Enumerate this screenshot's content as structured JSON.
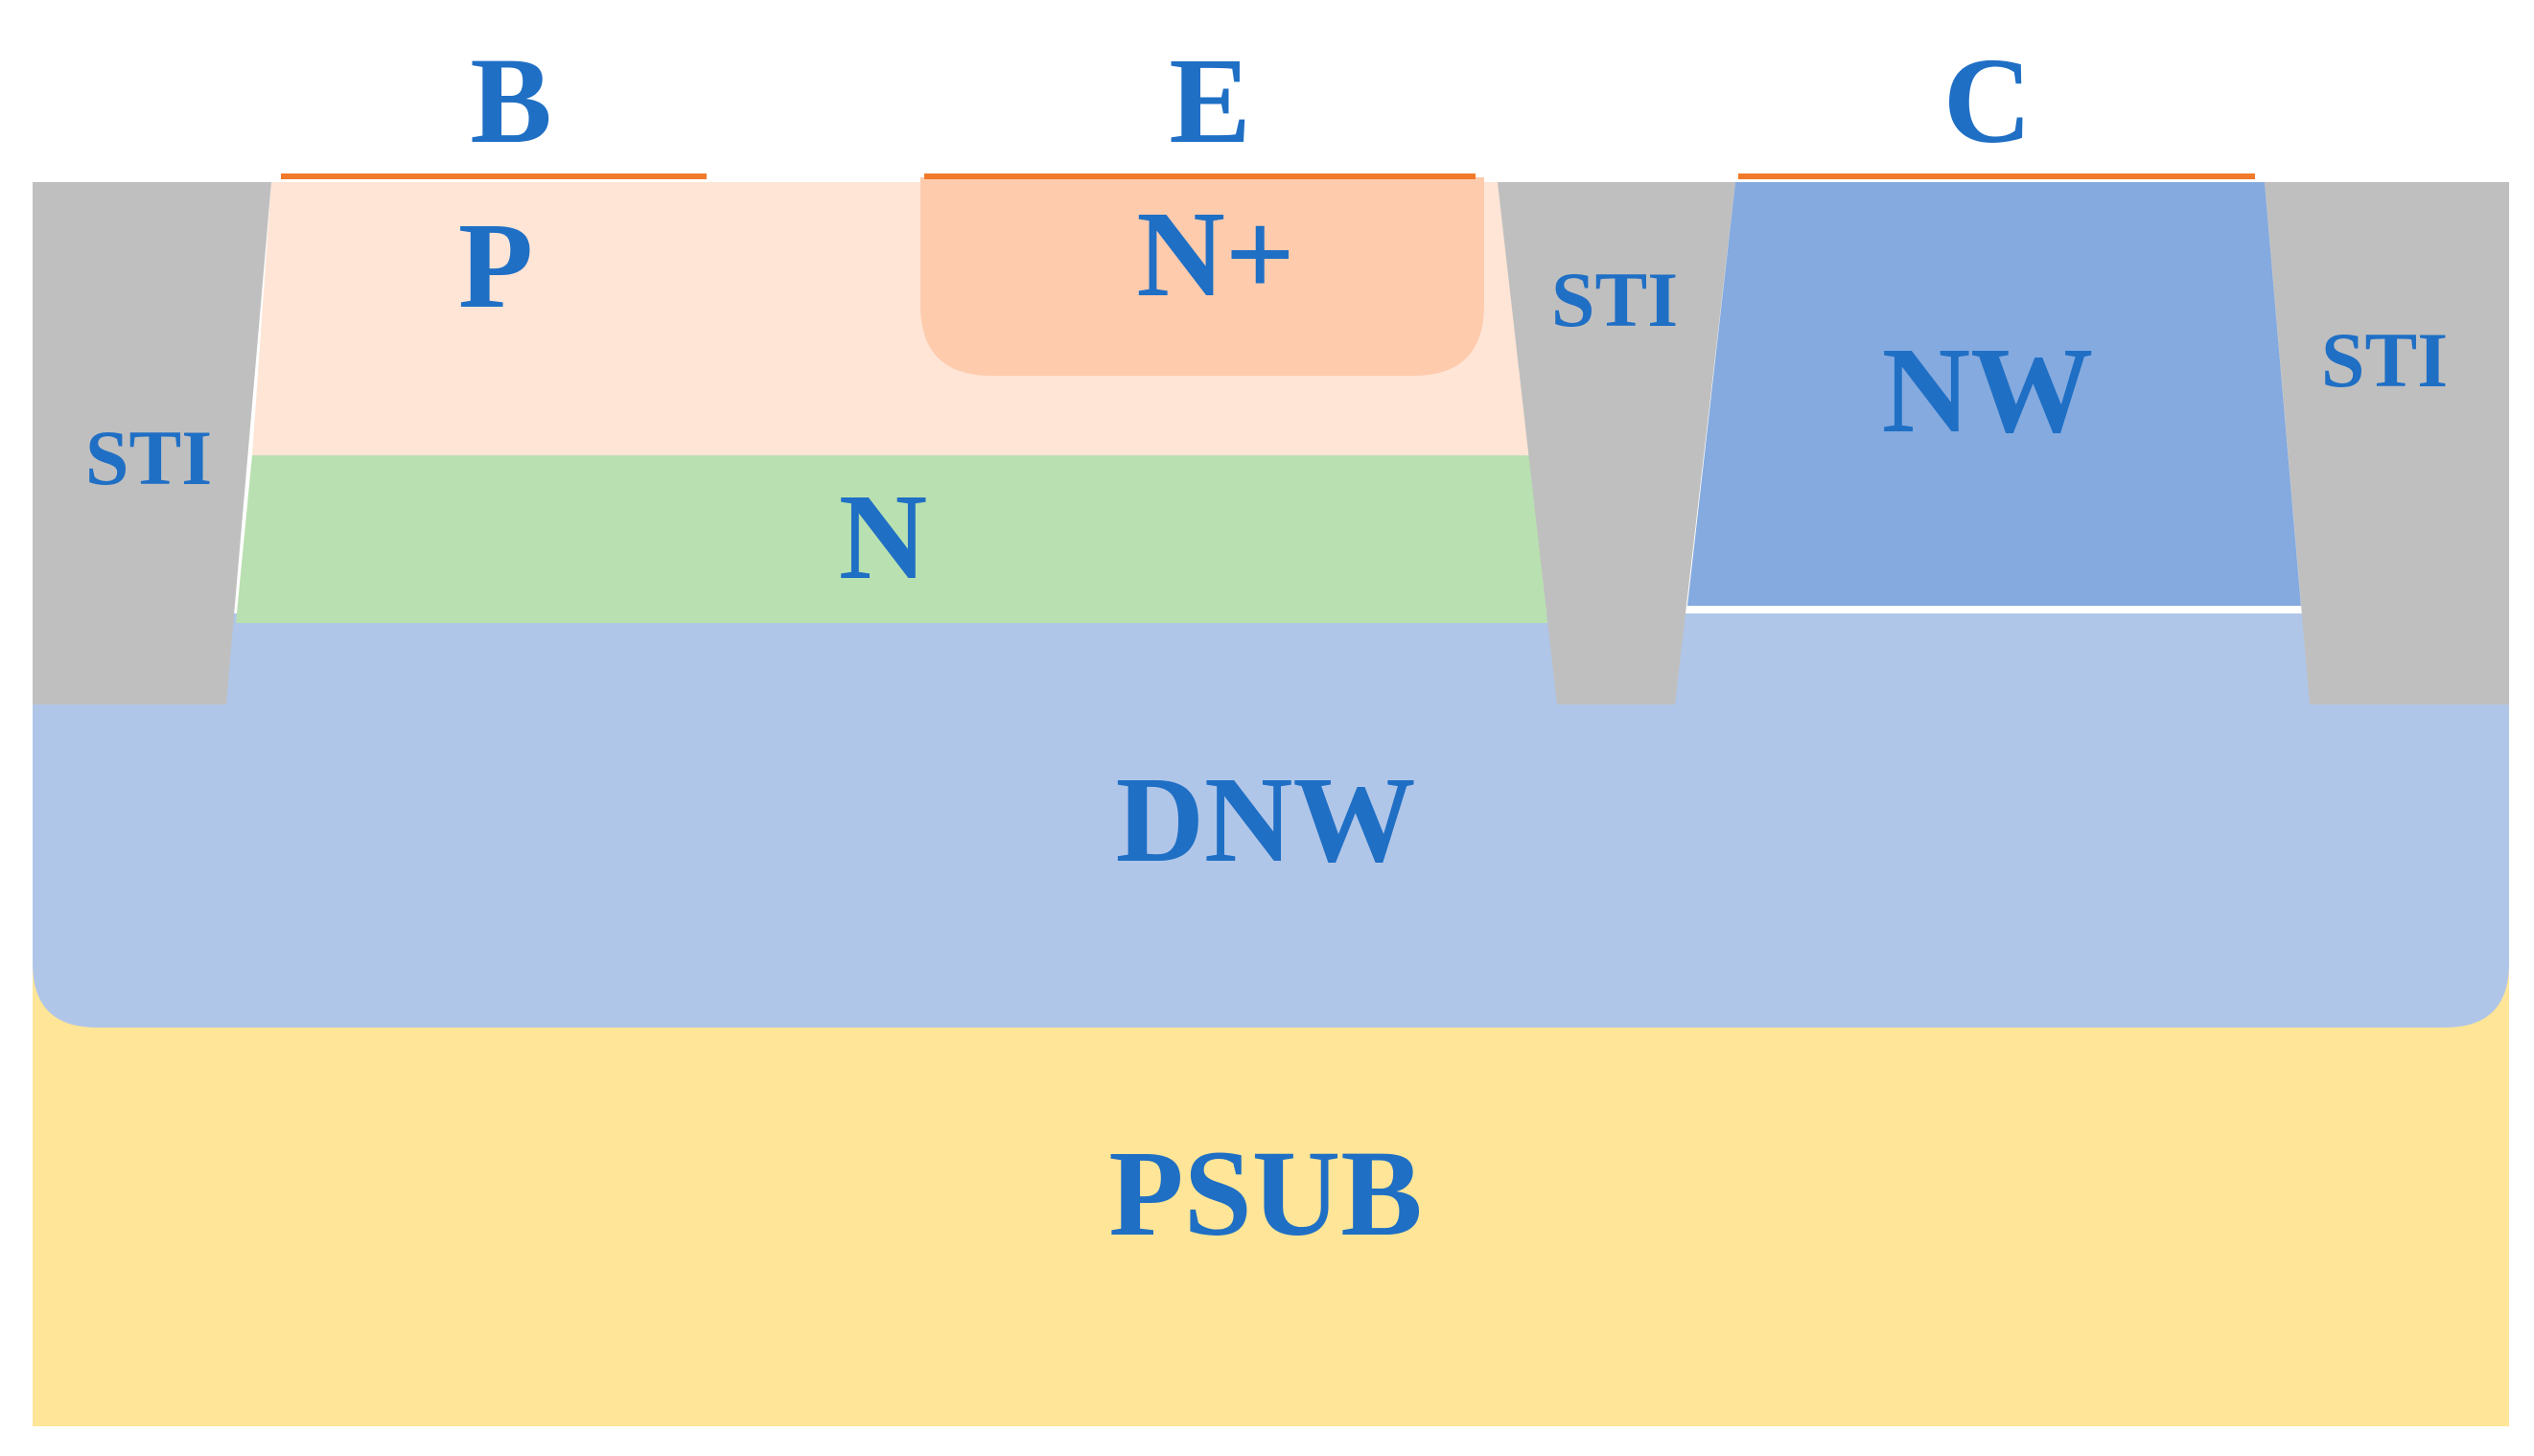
{
  "terminals": {
    "base": "B",
    "emitter": "E",
    "collector": "C"
  },
  "regions": {
    "p": "P",
    "n_plus": "N+",
    "n": "N",
    "nw": "NW",
    "dnw": "DNW",
    "psub": "PSUB",
    "sti": "STI"
  },
  "colors": {
    "label": "#1F6FC5",
    "contact": "#F07A2A",
    "sti": "#BFBFBF",
    "p_region": "#FEE5D6",
    "n_plus_region": "#FECBAD",
    "n_region": "#B9E0B0",
    "nw_region": "#84AADF",
    "dnw_region": "#B0C6E8",
    "psub_region": "#FEE597"
  }
}
